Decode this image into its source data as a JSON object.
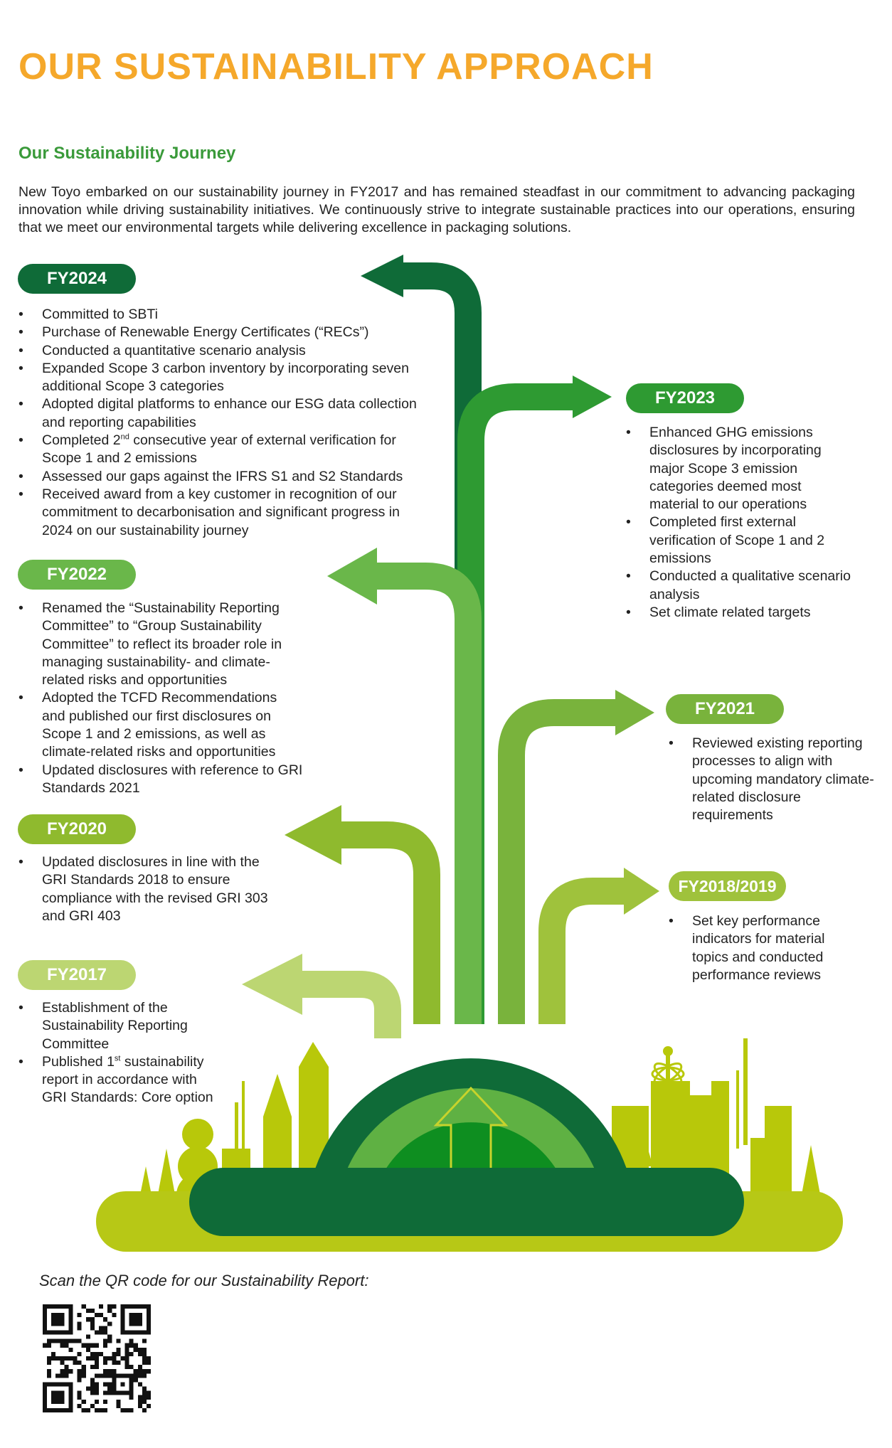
{
  "header": {
    "title": "OUR SUSTAINABILITY APPROACH",
    "subtitle": "Our Sustainability Journey",
    "intro": "New Toyo embarked on our sustainability journey in FY2017 and has remained steadfast in our commitment to advancing packaging innovation while driving sustainability initiatives. We continuously strive to integrate sustainable practices into our operations, ensuring that we meet our environmental targets while delivering excellence in packaging solutions."
  },
  "colors": {
    "title": "#f5a82b",
    "subtitle": "#3a9a3a",
    "fy2024": "#0f6b38",
    "fy2023": "#2e9a32",
    "fy2022": "#6ab74a",
    "fy2021": "#79b33c",
    "fy2020": "#8fba2e",
    "fy2018": "#9fc23c",
    "fy2017": "#bcd672"
  },
  "milestones": {
    "fy2024": {
      "label": "FY2024",
      "items": [
        "Committed to SBTi",
        "Purchase of Renewable Energy Certificates (“RECs”)",
        "Conducted a quantitative scenario analysis",
        "Expanded Scope 3 carbon inventory by incorporating seven additional Scope 3 categories",
        "Adopted digital platforms to enhance our ESG data collection and reporting capabilities"
      ],
      "item6": {
        "pre": "Completed 2",
        "sup": "nd",
        "post": " consecutive year of external verification for Scope 1 and 2 emissions"
      },
      "items_after": [
        "Assessed our gaps against the IFRS S1 and S2 Standards",
        "Received award from a key customer in recognition of our commitment to decarbonisation and significant progress in 2024 on our sustainability journey"
      ]
    },
    "fy2023": {
      "label": "FY2023",
      "items": [
        "Enhanced GHG emissions disclosures by incorporating major Scope 3 emission categories deemed most material to our operations",
        "Completed first external verification of Scope 1 and 2 emissions",
        "Conducted a qualitative scenario analysis",
        "Set climate related targets"
      ]
    },
    "fy2022": {
      "label": "FY2022",
      "items": [
        "Renamed the “Sustainability Reporting Committee” to “Group Sustainability Committee” to reflect its broader role in managing sustainability- and climate-related risks and opportunities",
        "Adopted the TCFD Recommendations and published our first disclosures on Scope 1 and 2 emissions, as well as climate-related risks and opportunities",
        "Updated disclosures with reference to GRI Standards 2021"
      ]
    },
    "fy2021": {
      "label": "FY2021",
      "items": [
        "Reviewed existing reporting processes to align with upcoming mandatory climate-related disclosure requirements"
      ]
    },
    "fy2020": {
      "label": "FY2020",
      "items": [
        "Updated disclosures in line with the GRI Standards 2018 to ensure compliance with the revised GRI 303 and GRI 403"
      ]
    },
    "fy2018": {
      "label": "FY2018/2019",
      "items": [
        "Set key performance indicators for material topics and conducted performance reviews"
      ]
    },
    "fy2017": {
      "label": "FY2017",
      "items": [
        "Establishment of the Sustainability Reporting Committee"
      ],
      "item2": {
        "pre": "Published 1",
        "sup": "st",
        "post": " sustainability report in accordance with GRI Standards: Core option"
      }
    }
  },
  "qr": {
    "caption": "Scan the QR code for our Sustainability Report:",
    "icon": "qr-code-icon"
  }
}
